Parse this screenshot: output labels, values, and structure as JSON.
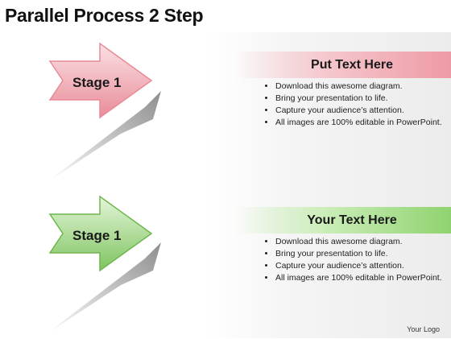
{
  "title": "Parallel Process 2 Step",
  "logo_text": "Your Logo",
  "stages": [
    {
      "label": "Stage 1",
      "header": "Put Text Here",
      "color": "pink",
      "bullets": [
        "Download this awesome diagram.",
        "Bring your presentation to life.",
        "Capture your audience’s attention.",
        "All images are 100% editable in PowerPoint."
      ]
    },
    {
      "label": "Stage 1",
      "header": "Your Text Here",
      "color": "green",
      "bullets": [
        "Download this awesome diagram.",
        "Bring your presentation to life.",
        "Capture your audience’s attention.",
        "All images are 100% editable in PowerPoint."
      ]
    }
  ],
  "colors": {
    "pink_light": "#f8d0d5",
    "pink_dark": "#e88492",
    "green_light": "#d6f0c8",
    "green_dark": "#7cc25d",
    "shadow": "#8a8a8a"
  }
}
